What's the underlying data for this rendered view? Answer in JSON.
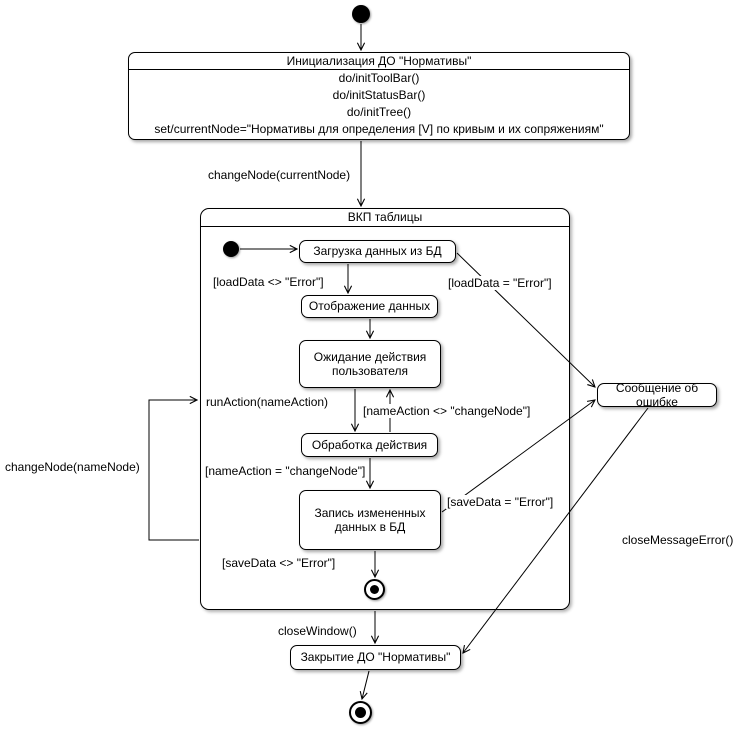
{
  "diagram": {
    "initial_state": {
      "title": "Инициализация ДО \"Нормативы\"",
      "actions": [
        "do/initToolBar()",
        "do/initStatusBar()",
        "do/initTree()",
        "set/currentNode=\"Нормативы для определения [V] по кривым и их сопряжениям\""
      ]
    },
    "composite_state": {
      "title": "ВКП таблицы"
    },
    "states": {
      "load_data": "Загрузка данных из БД",
      "display_data": "Отображение данных",
      "wait_user": "Ожидание действия пользователя",
      "process_action": "Обработка действия",
      "save_data": "Запись измененных данных в БД",
      "error_message": "Сообщение об ошибке",
      "close_do": "Закрытие ДО \"Нормативы\""
    },
    "transitions": {
      "change_node_current": "changeNode(currentNode)",
      "load_ok": "[loadData <> \"Error\"]",
      "load_error": "[loadData = \"Error\"]",
      "run_action": "runAction(nameAction)",
      "name_action_neq": "[nameAction <> \"changeNode\"]",
      "name_action_eq": "[nameAction = \"changeNode\"]",
      "save_ok": "[saveData <> \"Error\"]",
      "save_error": "[saveData = \"Error\"]",
      "change_node_name": "changeNode(nameNode)",
      "close_window": "closeWindow()",
      "close_message_error": "closeMessageError()"
    }
  }
}
